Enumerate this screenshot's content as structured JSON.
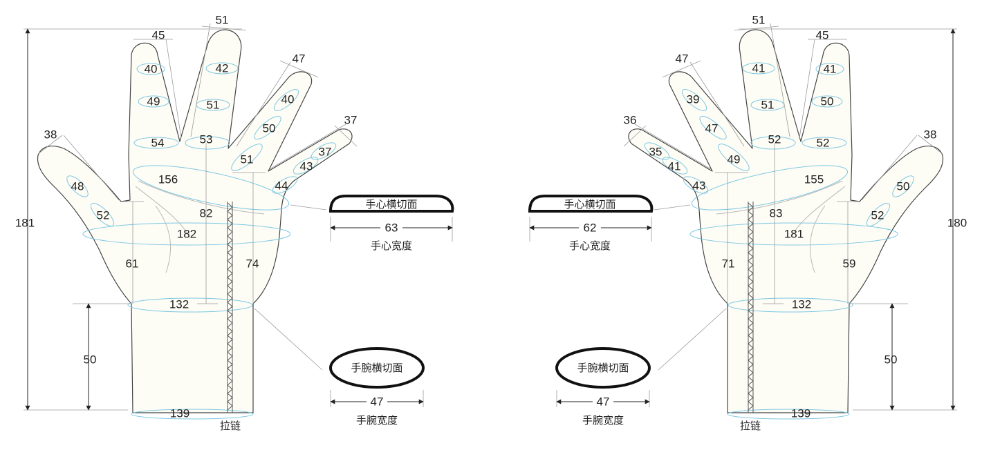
{
  "left_glove": {
    "finger_tip_widths": {
      "thumb": "38",
      "index": "45",
      "middle": "51",
      "ring": "47",
      "little": "37"
    },
    "finger_girths": {
      "thumb": [
        "48",
        "52"
      ],
      "index": [
        "40",
        "49",
        "54"
      ],
      "middle": [
        "42",
        "51",
        "53"
      ],
      "ring": [
        "40",
        "50",
        "51"
      ],
      "little": [
        "37",
        "43",
        "44"
      ]
    },
    "palm_girths": {
      "upper": "156",
      "middle": "182"
    },
    "wrist_girth": "132",
    "cuff_girth": "139",
    "vertical": {
      "total_length": "181",
      "cuff_length": "50",
      "thumb_side_length": "61",
      "middle_length": "82",
      "little_side_length": "74"
    },
    "zipper_label": "拉链"
  },
  "right_glove": {
    "finger_tip_widths": {
      "thumb": "38",
      "index": "45",
      "middle": "51",
      "ring": "47",
      "little": "36"
    },
    "finger_girths": {
      "thumb": [
        "50",
        "52"
      ],
      "index": [
        "41",
        "50",
        "52"
      ],
      "middle": [
        "41",
        "51",
        "52"
      ],
      "ring": [
        "39",
        "47",
        "49"
      ],
      "little": [
        "35",
        "41",
        "43"
      ]
    },
    "palm_girths": {
      "upper": "155",
      "middle": "181"
    },
    "wrist_girth": "132",
    "cuff_girth": "139",
    "vertical": {
      "total_length": "180",
      "cuff_length": "50",
      "thumb_side_length": "59",
      "middle_length": "83",
      "little_side_length": "71"
    },
    "zipper_label": "拉链"
  },
  "palm_section_left": {
    "title": "手心横切面",
    "width": "63",
    "caption": "手心宽度"
  },
  "palm_section_right": {
    "title": "手心横切面",
    "width": "62",
    "caption": "手心宽度"
  },
  "wrist_section_left": {
    "title": "手腕横切面",
    "width": "47",
    "caption": "手腕宽度"
  },
  "wrist_section_right": {
    "title": "手腕横切面",
    "width": "47",
    "caption": "手腕宽度"
  }
}
